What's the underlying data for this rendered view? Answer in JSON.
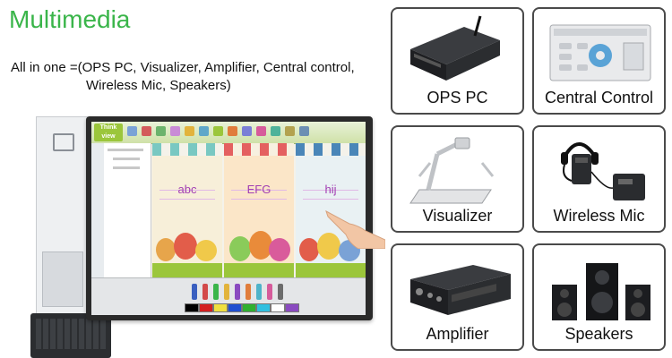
{
  "title": "Multimedia",
  "subtitle_line1": "All in one =(OPS PC, Visualizer, Amplifier, Central control,",
  "subtitle_line2": "Wireless Mic, Speakers)",
  "screen": {
    "brand": "Think view",
    "tree": [
      "",
      "",
      ""
    ],
    "panels": [
      {
        "word": "abc"
      },
      {
        "word": "EFG"
      },
      {
        "word": "hij"
      }
    ]
  },
  "products": [
    {
      "label": "OPS PC",
      "icon": "ops-pc-icon"
    },
    {
      "label": "Central Control",
      "icon": "central-control-icon"
    },
    {
      "label": "Visualizer",
      "icon": "visualizer-icon"
    },
    {
      "label": "Wireless Mic",
      "icon": "wireless-mic-icon"
    },
    {
      "label": "Amplifier",
      "icon": "amplifier-icon"
    },
    {
      "label": "Speakers",
      "icon": "speakers-icon"
    }
  ],
  "colors": {
    "title": "#3ab54a",
    "tile_border": "#4a4a4a",
    "board_frame": "#2a2a2a",
    "toolbar_green": "#9bc63b",
    "word_purple": "#a23fb3"
  }
}
